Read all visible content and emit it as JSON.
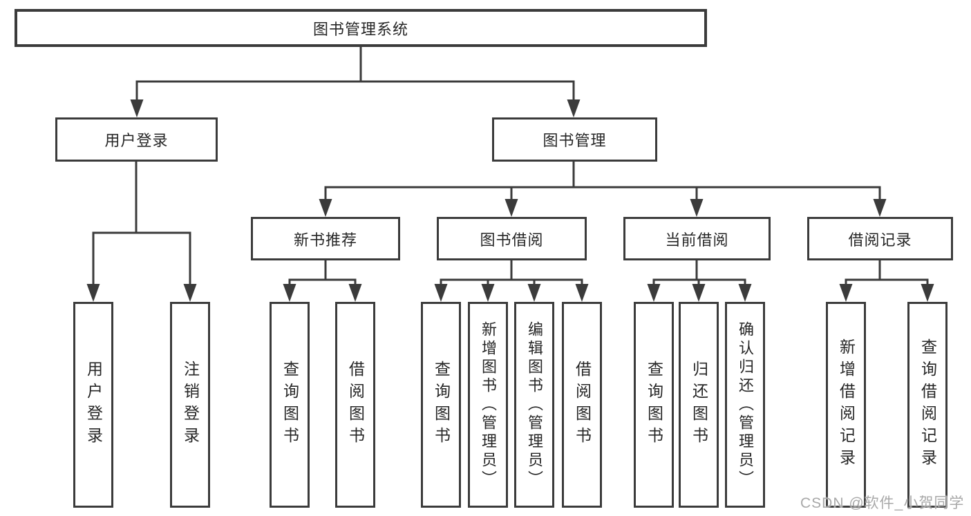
{
  "diagram": {
    "root": {
      "label": "图书管理系统"
    },
    "branches": [
      {
        "label": "用户登录",
        "children": [
          {
            "label": "用户登录"
          },
          {
            "label": "注销登录"
          }
        ]
      },
      {
        "label": "图书管理",
        "children": [
          {
            "label": "新书推荐",
            "children": [
              {
                "label": "查询图书"
              },
              {
                "label": "借阅图书"
              }
            ]
          },
          {
            "label": "图书借阅",
            "children": [
              {
                "label": "查询图书"
              },
              {
                "label": "新增图书（管理员）"
              },
              {
                "label": "编辑图书（管理员）"
              },
              {
                "label": "借阅图书"
              }
            ]
          },
          {
            "label": "当前借阅",
            "children": [
              {
                "label": "查询图书"
              },
              {
                "label": "归还图书"
              },
              {
                "label": "确认归还（管理员）"
              }
            ]
          },
          {
            "label": "借阅记录",
            "children": [
              {
                "label": "新增借阅记录"
              },
              {
                "label": "查询借阅记录"
              }
            ]
          }
        ]
      }
    ]
  },
  "watermark": {
    "text": "CSDN @软件_小贺同学"
  },
  "colors": {
    "line": "#3b3b3b",
    "box_border": "#3b3b3b",
    "text": "#262626",
    "watermark": "#a8a8a8",
    "background": "#ffffff"
  }
}
